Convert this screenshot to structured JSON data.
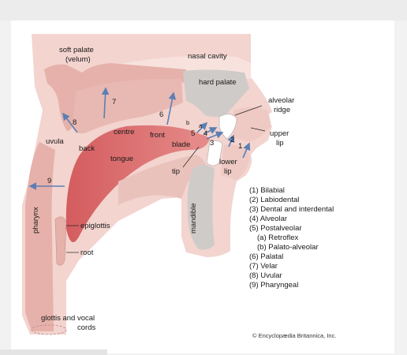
{
  "labels": {
    "soft_palate": "soft palate",
    "velum": "(velum)",
    "nasal_cavity": "nasal cavity",
    "hard_palate": "hard palate",
    "alveolar": "alveolar",
    "ridge": "ridge",
    "upper": "upper",
    "lip_upper": "lip",
    "uvula": "uvula",
    "centre": "centre",
    "front": "front",
    "blade": "blade",
    "back": "back",
    "tongue": "tongue",
    "tip": "tip",
    "lower": "lower",
    "lip_lower": "lip",
    "mandible": "mandible",
    "pharynx": "pharynx",
    "epiglottis": "epiglottis",
    "root": "root",
    "glottis": "glottis and vocal",
    "cords": "cords"
  },
  "numbers": {
    "n1": "1",
    "n2": "2",
    "n3": "3",
    "n4": "4",
    "n5": "5",
    "n6": "6",
    "n7": "7",
    "n8": "8",
    "n9": "9",
    "a": "a",
    "b": "b"
  },
  "legend": [
    "(1) Bilabial",
    "(2) Labiodental",
    "(3) Dental and interdental",
    "(4) Alveolar",
    "(5) Postalveolar",
    "(a) Retroflex",
    "(b) Palato-alveolar",
    "(6) Palatal",
    "(7) Velar",
    "(8) Uvular",
    "(9) Pharyngeal"
  ],
  "copyright": "© Encyclopædia Britannica, Inc.",
  "colors": {
    "skin": "#f3d4cf",
    "tissue": "#e6b1aa",
    "tongue": "#d86a6b",
    "bone": "#cfcbc8",
    "teeth": "#ffffff",
    "arrow": "#5c7fb3"
  }
}
